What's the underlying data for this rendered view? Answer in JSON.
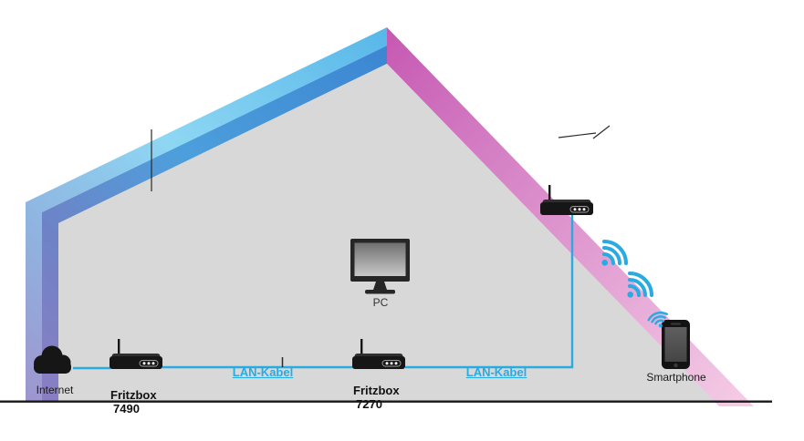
{
  "colors": {
    "cable": "#29abe2",
    "house_interior": "#d8d8d8",
    "roof_left_blue": "#4aa0dd",
    "roof_left_cyan": "#8ed7f3",
    "roof_left_purple": "#8b7ec3",
    "roof_right_magenta": "#c658b2",
    "roof_right_pink": "#f5cde6",
    "device": "#161616",
    "floor": "#1a1a1a"
  },
  "nodes": {
    "internet": {
      "label": "Internet"
    },
    "router1": {
      "name": "Fritzbox",
      "model": "7490"
    },
    "router2": {
      "name": "Fritzbox",
      "model": "7270"
    },
    "pc": {
      "label": "PC"
    },
    "smartphone": {
      "label": "Smartphone"
    }
  },
  "links": {
    "lan1": {
      "label": "LAN-Kabel"
    },
    "lan2": {
      "label": "LAN-Kabel"
    }
  }
}
